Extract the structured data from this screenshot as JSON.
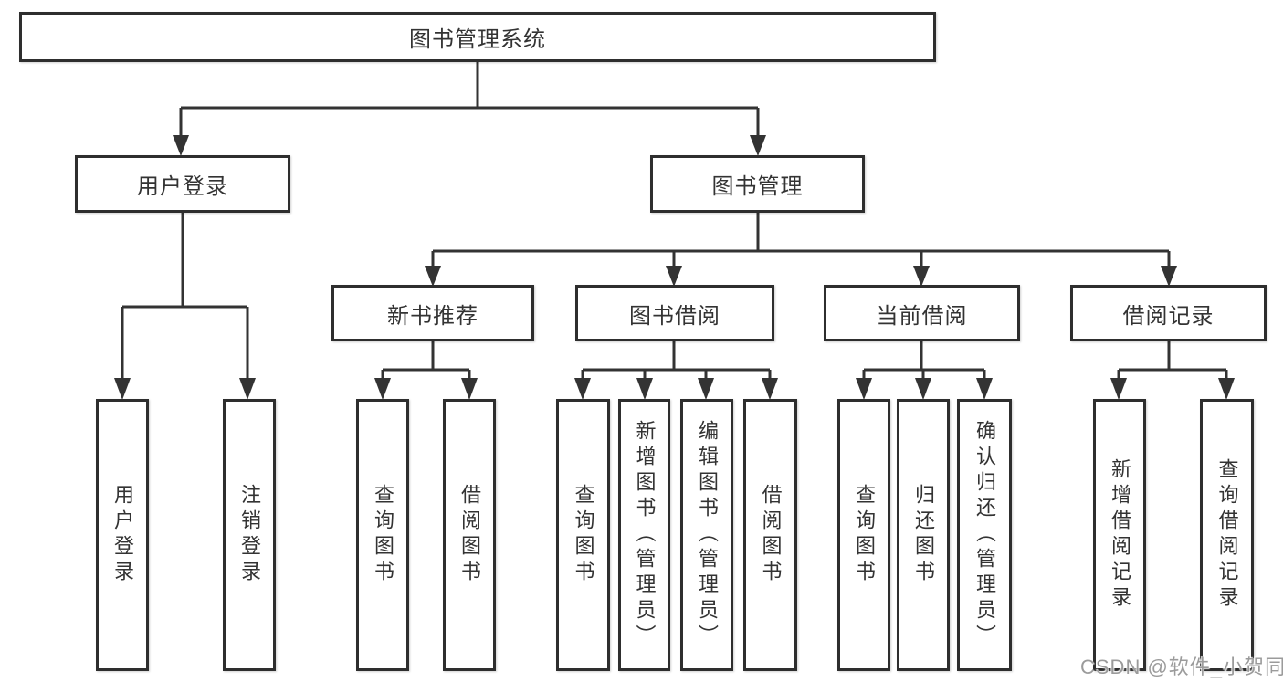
{
  "diagram": {
    "type": "tree",
    "root": {
      "label": "图书管理系统",
      "children": [
        {
          "label": "用户登录",
          "children": [
            {
              "label": "用户登录"
            },
            {
              "label": "注销登录"
            }
          ]
        },
        {
          "label": "图书管理",
          "children": [
            {
              "label": "新书推荐",
              "children": [
                {
                  "label": "查询图书"
                },
                {
                  "label": "借阅图书"
                }
              ]
            },
            {
              "label": "图书借阅",
              "children": [
                {
                  "label": "查询图书"
                },
                {
                  "label": "新增图书（管理员）"
                },
                {
                  "label": "编辑图书（管理员）"
                },
                {
                  "label": "借阅图书"
                }
              ]
            },
            {
              "label": "当前借阅",
              "children": [
                {
                  "label": "查询图书"
                },
                {
                  "label": "归还图书"
                },
                {
                  "label": "确认归还（管理员）"
                }
              ]
            },
            {
              "label": "借阅记录",
              "children": [
                {
                  "label": "新增借阅记录"
                },
                {
                  "label": "查询借阅记录"
                }
              ]
            }
          ]
        }
      ]
    }
  },
  "watermark": "CSDN @软件_小贺同学",
  "colors": {
    "line": "#333333",
    "box_border": "#2e2e2e",
    "text": "#333333",
    "watermark": "#9b9b9b",
    "background": "#ffffff"
  }
}
